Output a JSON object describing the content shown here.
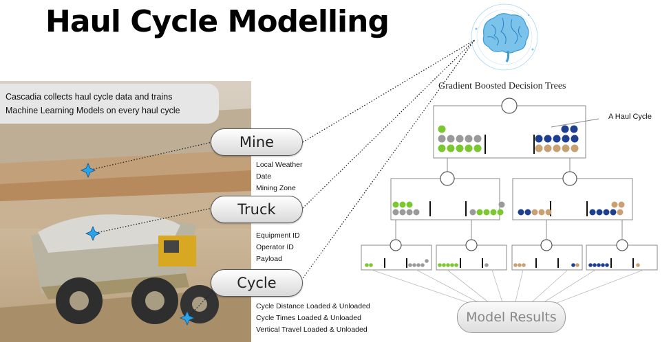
{
  "title": "Haul Cycle Modelling",
  "callout": {
    "line1": "Cascadia collects haul cycle data and trains",
    "line2": "Machine Learning Models on every haul cycle"
  },
  "nodes": {
    "mine": "Mine",
    "truck": "Truck",
    "cycle": "Cycle"
  },
  "attributes": {
    "mine": [
      "Local Weather",
      "Date",
      "Mining Zone"
    ],
    "truck": [
      "Equipment ID",
      "Operator ID",
      "Payload"
    ],
    "cycle": [
      "Cycle Distance Loaded & Unloaded",
      "Cycle Times Loaded & Unloaded",
      "Vertical Travel Loaded & Unloaded"
    ]
  },
  "tree": {
    "title": "Gradient Boosted Decision Trees",
    "annotation": "A Haul Cycle",
    "output": "Model Results"
  },
  "colors": {
    "green": "#7ac72f",
    "gray": "#9a9a9a",
    "navy": "#1e3f8f",
    "tan": "#c8a071",
    "star": "#2aa3e8"
  },
  "icons": [
    "brain-icon",
    "star-icon"
  ]
}
